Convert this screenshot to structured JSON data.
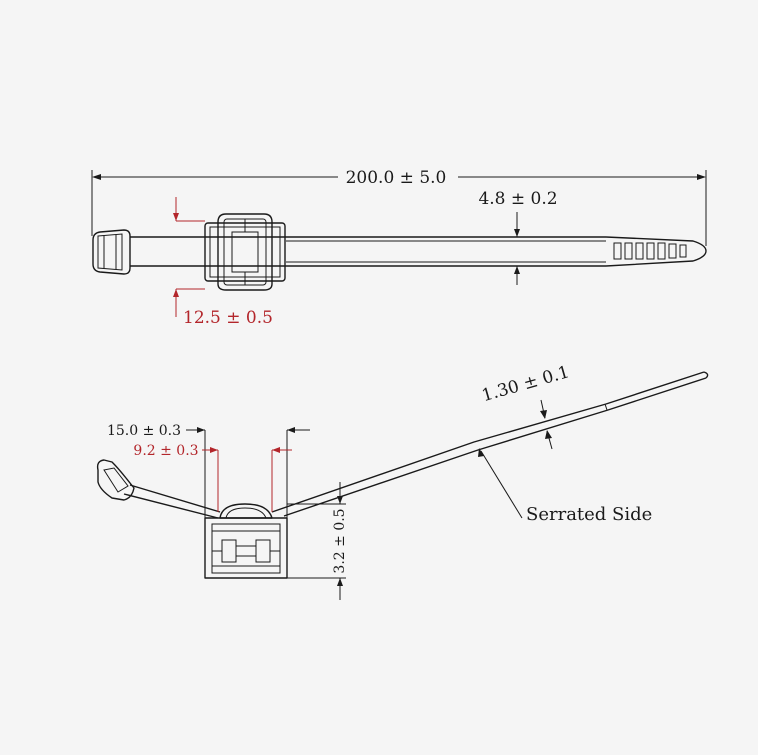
{
  "dimensions": {
    "overall_length": "200.0 ± 5.0",
    "strap_width": "4.8 ± 0.2",
    "mount_width": "12.5 ± 0.5",
    "strap_thickness": "1.30 ± 0.1",
    "mount_outer_width": "15.0 ± 0.3",
    "mount_inner_width": "9.2 ± 0.3",
    "mount_height": "3.2 ± 0.5"
  },
  "callouts": {
    "serrated_side": "Serrated Side"
  },
  "colors": {
    "background": "#f5f5f5",
    "line": "#1a1a1a",
    "highlight": "#b3262b"
  }
}
